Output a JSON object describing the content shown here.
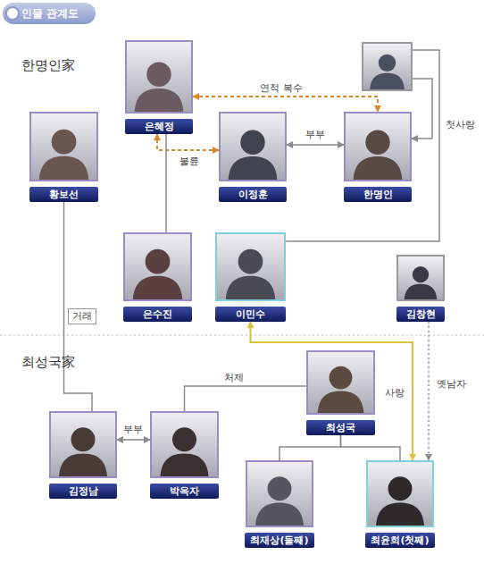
{
  "diagram": {
    "title": "인물 관계도",
    "nodes": [
      {
        "text": [
          "은혜정"
        ]
      },
      {
        "text": []
      },
      {
        "text": [
          "황보선"
        ]
      },
      {
        "text": [
          "이정훈"
        ]
      },
      {
        "text": [
          "한명인"
        ]
      },
      {
        "text": [
          "은수진"
        ]
      },
      {
        "text": [
          "이민수"
        ]
      },
      {
        "text": [
          "김창현"
        ]
      },
      {
        "text": [
          "최성국"
        ]
      },
      {
        "text": [
          "김정남"
        ]
      },
      {
        "text": [
          "박옥자"
        ]
      },
      {
        "text": [
          "최재상(둘째)"
        ]
      },
      {
        "text": [
          "최윤희(첫째)"
        ]
      }
    ],
    "edges": [
      {
        "from": 0,
        "to": 4,
        "label": "연적 복수",
        "arrow": "both"
      },
      {
        "from": 3,
        "to": 0,
        "label": "불륜",
        "arrow": "both"
      },
      {
        "from": 3,
        "to": 4,
        "label": "부부",
        "arrow": "both"
      },
      {
        "from": 1,
        "to": 4,
        "label": "첫사랑",
        "arrow": "to"
      },
      {
        "from": 6,
        "to": 1,
        "arrow": "none"
      },
      {
        "from": 5,
        "to": 0,
        "arrow": "none"
      },
      {
        "from": 6,
        "to": 12,
        "label": "사랑",
        "arrow": "both"
      },
      {
        "from": 7,
        "to": 12,
        "label": "옛남자",
        "arrow": "to"
      },
      {
        "from": 2,
        "to": 9,
        "label": "거래",
        "arrow": "none"
      },
      {
        "from": 9,
        "to": 10,
        "label": "부부",
        "arrow": "both"
      },
      {
        "from": 8,
        "to": 10,
        "label": "처제",
        "arrow": "none"
      },
      {
        "from": 8,
        "to": 11,
        "arrow": "none"
      },
      {
        "from": 8,
        "to": 12,
        "arrow": "none"
      }
    ],
    "labels": [
      "한명인家",
      "최성국家"
    ]
  }
}
